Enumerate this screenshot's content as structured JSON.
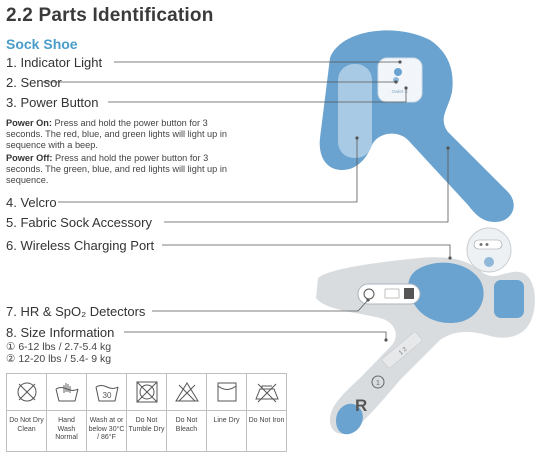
{
  "header": {
    "title": "2.2 Parts Identification",
    "subtitle": "Sock Shoe"
  },
  "parts": [
    {
      "label": "1. Indicator Light"
    },
    {
      "label": "2. Sensor"
    },
    {
      "label": "3. Power Button"
    },
    {
      "label": "4. Velcro"
    },
    {
      "label": "5. Fabric Sock Accessory"
    },
    {
      "label": "6. Wireless Charging Port"
    },
    {
      "label": "7. HR & SpO₂ Detectors"
    },
    {
      "label": "8. Size Information"
    }
  ],
  "power_notes": {
    "on_heading": "Power On:",
    "on_text": " Press and hold the power button for 3 seconds. The red, blue, and green lights will light up in sequence with a beep.",
    "off_heading": "Power Off:",
    "off_text": " Press and hold the power button for 3 seconds. The green, blue, and red lights will light up in sequence."
  },
  "sizes": [
    "① 6-12 lbs / 2.7-5.4 kg",
    "② 12-20 lbs / 5.4- 9 kg"
  ],
  "care": [
    {
      "label": "Do Not Dry Clean",
      "icon": "no-dry-clean-icon"
    },
    {
      "label": "Hand Wash Normal",
      "icon": "hand-wash-icon"
    },
    {
      "label": "Wash at or below 30°C / 86°F",
      "icon": "wash-30-icon",
      "icon_text": "30"
    },
    {
      "label": "Do Not Tumble Dry",
      "icon": "no-tumble-dry-icon"
    },
    {
      "label": "Do Not Bleach",
      "icon": "no-bleach-icon"
    },
    {
      "label": "Line Dry",
      "icon": "line-dry-icon"
    },
    {
      "label": "Do Not Iron",
      "icon": "no-iron-icon"
    }
  ],
  "sock_text": {
    "sensor_label": "Owlet ①",
    "size_marks": "1  2",
    "side_letter": "R",
    "side_number": "1"
  },
  "colors": {
    "sock_blue": "#6aa3cf",
    "sock_light": "#a9cae5",
    "grey": "#d9dcdf",
    "accent": "#4a9cc9"
  }
}
